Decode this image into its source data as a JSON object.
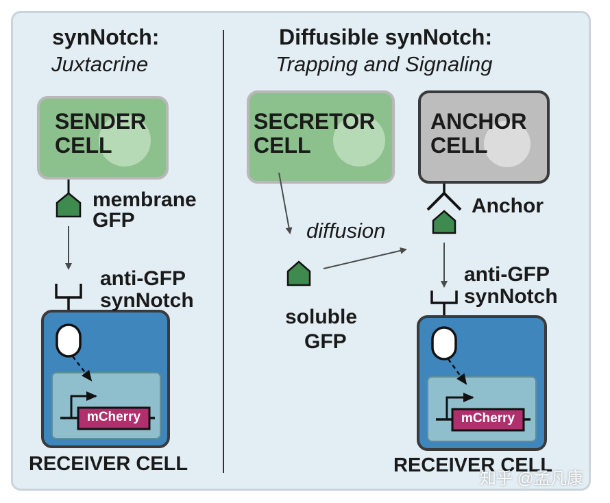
{
  "left": {
    "title": "synNotch:",
    "subtitle": "Juxtacrine",
    "sender_line1": "SENDER",
    "sender_line2": "CELL",
    "ligand_line1": "membrane",
    "ligand_line2": "GFP",
    "receptor_line1": "anti-GFP",
    "receptor_line2": "synNotch",
    "reporter": "mCherry",
    "receiver_label": "RECEIVER CELL"
  },
  "right": {
    "title": "Diffusible synNotch:",
    "subtitle": "Trapping and Signaling",
    "secretor_line1": "SECRETOR",
    "secretor_line2": "CELL",
    "anchor_cell_line1": "ANCHOR",
    "anchor_cell_line2": "CELL",
    "anchor_label": "Anchor",
    "diffusion_label": "diffusion",
    "soluble_line1": "soluble",
    "soluble_line2": "GFP",
    "receptor_line1": "anti-GFP",
    "receptor_line2": "synNotch",
    "reporter": "mCherry",
    "receiver_label": "RECEIVER CELL"
  },
  "watermark": "知乎 @孟凡康",
  "colors": {
    "background": "#e3eef4",
    "green_cell": "#8cc08c",
    "gfp": "#3f8a4f",
    "gray_cell": "#bdbdbd",
    "receiver_cell": "#3f86bd",
    "nucleus": "#8fbfcc",
    "reporter": "#b0306e"
  }
}
